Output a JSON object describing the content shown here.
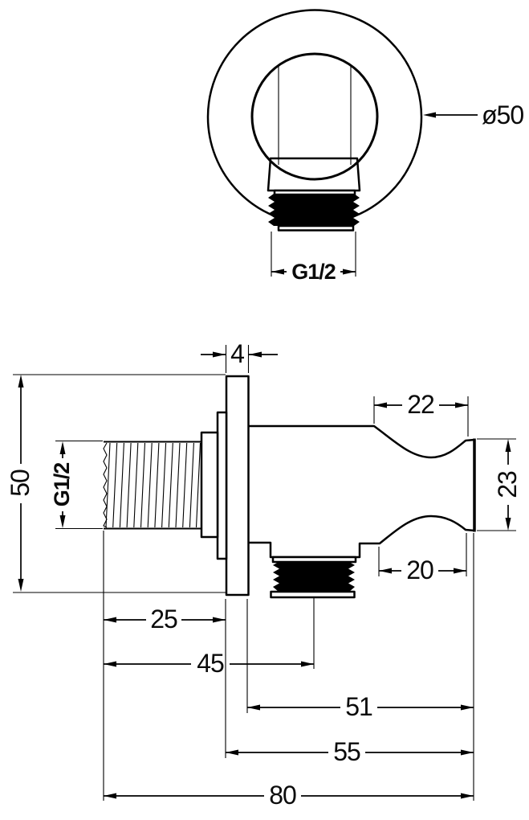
{
  "drawing": {
    "type": "technical dimensional drawing",
    "subject": "wall-mounted shower elbow with hand shower holder",
    "colors": {
      "line": "#000000",
      "background": "#ffffff"
    },
    "front_view": {
      "diameter_label": "ø50",
      "outlet_thread_label": "G1/2"
    },
    "side_view": {
      "plate_thickness_label": "4",
      "plate_height_label": "50",
      "inlet_thread_label": "G1/2",
      "holder_top_width_label": "22",
      "holder_face_height_label": "23",
      "holder_bottom_width_label": "20",
      "inlet_length_label": "25",
      "outlet_center_offset_label": "45",
      "holder_face_distance_label": "51",
      "plate_front_distance_label": "55",
      "overall_length_label": "80"
    }
  }
}
